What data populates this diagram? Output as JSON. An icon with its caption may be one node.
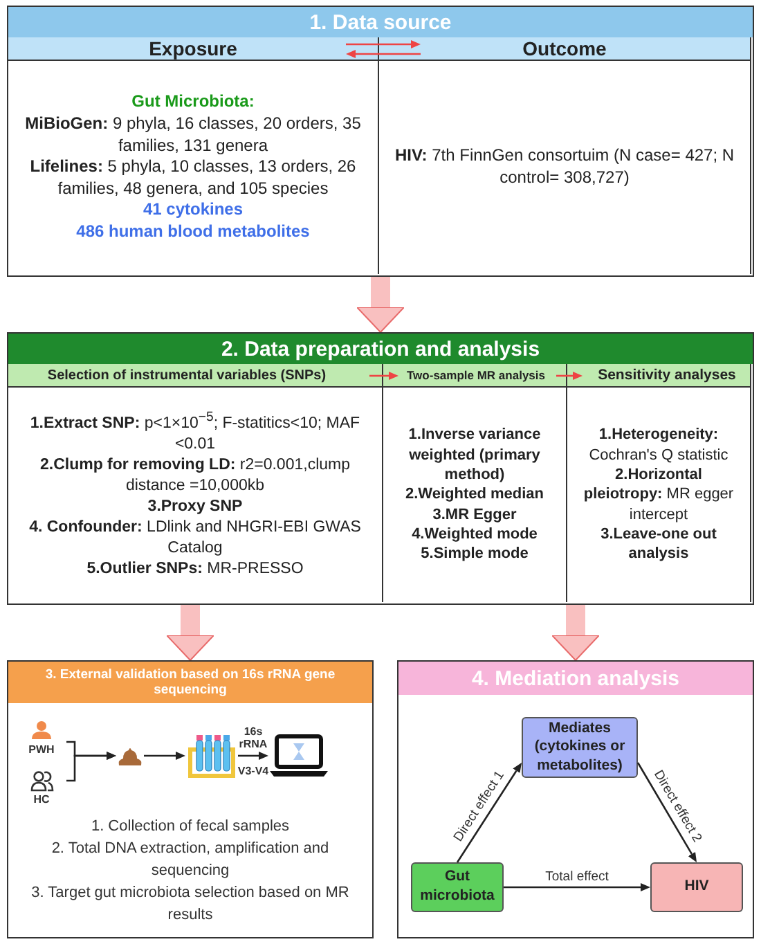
{
  "diagram": {
    "nodes": [
      {
        "text": [
          "1. Data source"
        ]
      },
      {
        "text": [
          "Exposure",
          "Gut Microbiota:",
          "**MiBioGen:** 9 phyla, 16 classes, 20 orders, 35 families, 131 genera",
          "**Lifelines:** 5 phyla, 10 classes, 13 orders, 26 families, 48 genera, and 105 species",
          "41 cytokines",
          "486 human blood metabolites"
        ],
        "in": 0
      },
      {
        "text": [
          "Outcome",
          "**HIV:** 7th FinnGen consortuim (N case= 427; N control= 308,727)"
        ],
        "in": 0
      },
      {
        "text": [
          "2. Data preparation and analysis"
        ]
      },
      {
        "text": [
          "Selection of instrumental variables (SNPs)",
          "**1.Extract SNP:** p<1×10$^{−5}$; F-statitics<10; MAF <0.01",
          "**2.Clump for removing LD:** r2=0.001,clump distance =10,000kb",
          "3.Proxy SNP",
          "**4. Confounder:** LDlink and NHGRI-EBI GWAS Catalog",
          "**5.Outlier SNPs:** MR-PRESSO"
        ],
        "in": 3
      },
      {
        "text": [
          "Two-sample MR analysis",
          "1.Inverse variance weighted (primary method)",
          "2.Weighted median",
          "3.MR Egger",
          "4.Weighted mode",
          "5.Simple mode"
        ],
        "in": 3
      },
      {
        "text": [
          "Sensitivity analyses",
          "**1.Heterogeneity:** Cochran's Q statistic",
          "**2.Horizontal pleiotropy:** MR egger intercept",
          "3.Leave-one out analysis"
        ],
        "in": 3
      },
      {
        "text": [
          "3. External validation based on 16s rRNA gene sequencing",
          "1. Collection of fecal samples",
          "2. Total DNA extraction, amplification and sequencing",
          "3. Target gut microbiota selection based on MR results"
        ]
      },
      {
        "text": [
          "PWH"
        ],
        "in": 7
      },
      {
        "text": [
          "HC"
        ],
        "in": 7
      },
      {
        "text": [],
        "shape": "mound",
        "in": 7
      },
      {
        "text": [],
        "shape": "tubes",
        "in": 7
      },
      {
        "text": [],
        "shape": "laptop",
        "in": 7
      },
      {
        "text": [
          "4. Mediation analysis"
        ]
      },
      {
        "text": [
          "Mediates (cytokines or metabolites)"
        ],
        "in": 13
      },
      {
        "text": [
          "Gut microbiota"
        ],
        "in": 13
      },
      {
        "text": [
          "HIV"
        ],
        "in": 13
      }
    ],
    "edges": [
      {
        "from": 1,
        "to": 2,
        "arrow": "to",
        "color": "#ee4444"
      },
      {
        "from": 2,
        "to": 1,
        "arrow": "to",
        "color": "#ee4444"
      },
      {
        "from": 0,
        "to": 3,
        "arrow": "to",
        "style": "thick",
        "color": "#f9c0c0"
      },
      {
        "from": 4,
        "to": 5,
        "arrow": "to",
        "color": "#ee4444"
      },
      {
        "from": 5,
        "to": 6,
        "arrow": "to",
        "color": "#ee4444"
      },
      {
        "from": 3,
        "to": 7,
        "arrow": "to",
        "style": "thick",
        "color": "#f9c0c0"
      },
      {
        "from": 3,
        "to": 13,
        "arrow": "to",
        "style": "thick",
        "color": "#f9c0c0"
      },
      {
        "from": 8,
        "to": 10,
        "arrow": "to"
      },
      {
        "from": 9,
        "to": 10,
        "arrow": "to"
      },
      {
        "from": 10,
        "to": 11,
        "arrow": "to"
      },
      {
        "from": 11,
        "to": 12,
        "arrow": "to",
        "label": "16s rRNA"
      },
      {
        "from": 15,
        "to": 14,
        "arrow": "to",
        "label": "Direct effect 1"
      },
      {
        "from": 14,
        "to": 16,
        "arrow": "to",
        "label": "Direct effect 2"
      },
      {
        "from": 15,
        "to": 16,
        "arrow": "to",
        "label": "Total effect"
      }
    ],
    "labels": [
      "V3-V4"
    ]
  }
}
